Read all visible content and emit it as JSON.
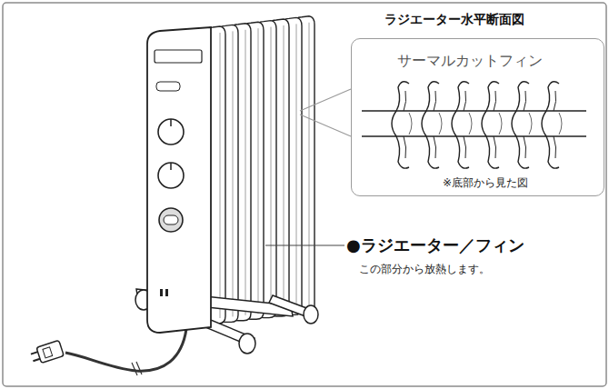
{
  "diagram": {
    "nodes": [
      {
        "text": [
          "ラジエーター水平断面図",
          "サーマルカットフィン",
          "※底部から見た図"
        ]
      }
    ],
    "labels": [
      "●ラジエーター／フィン",
      "この部分から放熱します。"
    ]
  }
}
